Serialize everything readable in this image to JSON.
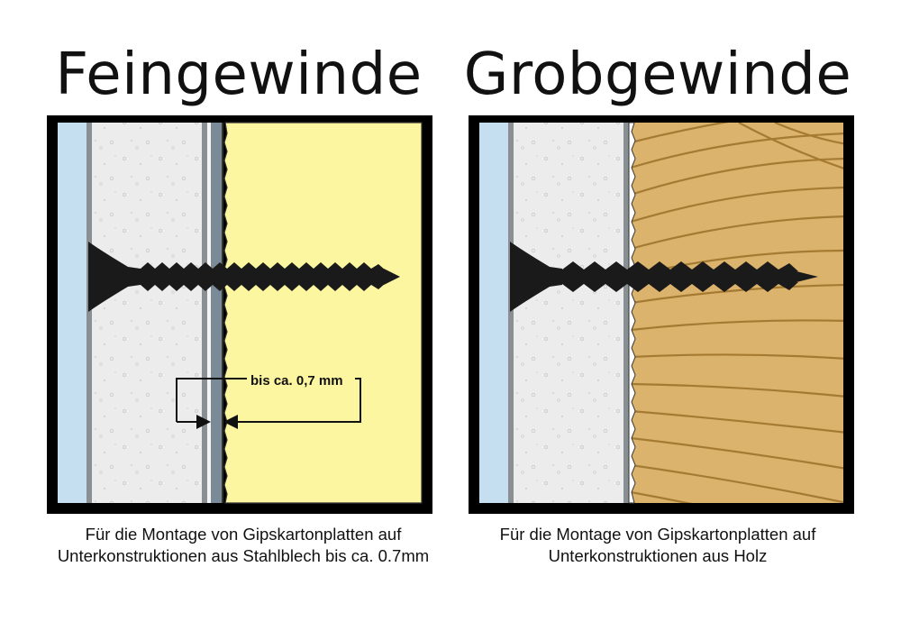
{
  "left": {
    "title": "Feingewinde",
    "dimension_label": "bis ca. 0,7 mm",
    "caption_line1": "Für die Montage von Gipskartonplatten auf",
    "caption_line2": "Unterkonstruktionen  aus Stahlblech bis ca. 0.7mm"
  },
  "right": {
    "title": "Grobgewinde",
    "caption_line1": "Für die Montage von Gipskartonplatten auf",
    "caption_line2": "Unterkonstruktionen aus Holz"
  },
  "colors": {
    "frame": "#000000",
    "blue_layer": "#c5dff0",
    "gypsum": "#ececec",
    "steel": "#7a8a96",
    "insulation_yellow": "#fdf6a1",
    "wood": "#dcb36c",
    "wood_grain": "#a57a32",
    "screw": "#1a1a1a"
  },
  "icons": {
    "screw": "drywall-screw-icon"
  }
}
